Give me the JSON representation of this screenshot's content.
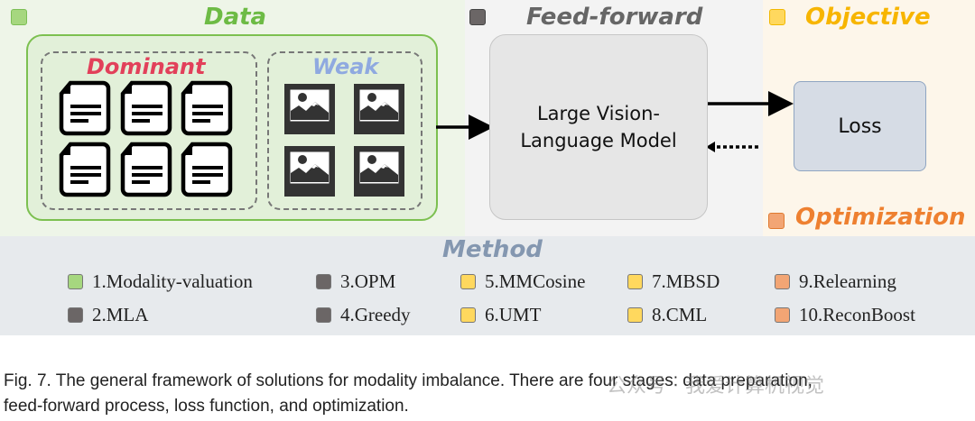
{
  "stages": {
    "data": {
      "label": "Data",
      "color": "#6dbb45"
    },
    "feed_forward": {
      "label": "Feed-forward",
      "color": "#666666"
    },
    "objective": {
      "label": "Objective",
      "color": "#f7b500"
    },
    "optimization": {
      "label": "Optimization",
      "color": "#ee8030"
    }
  },
  "data_box": {
    "dominant": {
      "label": "Dominant",
      "color": "#e2405a",
      "icon": "document-icon"
    },
    "weak": {
      "label": "Weak",
      "color": "#8fa9e0",
      "icon": "image-icon"
    }
  },
  "model_box": {
    "label_line1": "Large Vision-",
    "label_line2": "Language Model"
  },
  "loss_box": {
    "label": "Loss"
  },
  "method": {
    "title": "Method",
    "items": [
      {
        "label": "1.Modality-valuation",
        "color": "#a6d77f"
      },
      {
        "label": "2.MLA",
        "color": "#6b6666"
      },
      {
        "label": "3.OPM",
        "color": "#6b6666"
      },
      {
        "label": "4.Greedy",
        "color": "#6b6666"
      },
      {
        "label": "5.MMCosine",
        "color": "#ffd85e"
      },
      {
        "label": "6.UMT",
        "color": "#ffd85e"
      },
      {
        "label": "7.MBSD",
        "color": "#ffd85e"
      },
      {
        "label": "8.CML",
        "color": "#ffd85e"
      },
      {
        "label": "9.Relearning",
        "color": "#f2a574"
      },
      {
        "label": "10.ReconBoost",
        "color": "#f2a574"
      }
    ]
  },
  "caption": {
    "line1": "Fig. 7.  The general framework of solutions for modality imbalance. There are four stages: data preparation,",
    "line2": "feed-forward process, loss function, and optimization."
  },
  "watermark": "公众号 · 我爱计算机视觉"
}
